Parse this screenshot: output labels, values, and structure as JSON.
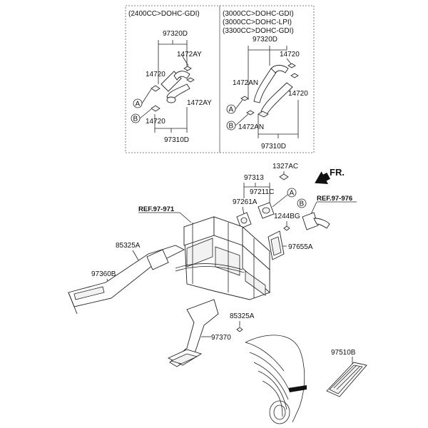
{
  "boxes": {
    "left": {
      "header": "(2400CC>DOHC-GDI)",
      "labels": [
        "97320D",
        "1472AY",
        "14720",
        "1472AY",
        "14720",
        "97310D"
      ],
      "markers": [
        "A",
        "B"
      ]
    },
    "right": {
      "header_lines": [
        "(3000CC>DOHC-GDI)",
        "(3000CC>DOHC-LPI)",
        "(3300CC>DOHC-GDI)"
      ],
      "labels": [
        "97320D",
        "14720",
        "1472AN",
        "14720",
        "1472AN",
        "97310D"
      ],
      "markers": [
        "A",
        "B"
      ]
    }
  },
  "main": {
    "labels": {
      "p1327AC": "1327AC",
      "p97313": "97313",
      "p97211C": "97211C",
      "p97261A": "97261A",
      "p1244BG": "1244BG",
      "p97655A": "97655A",
      "p85325A_1": "85325A",
      "p97360B": "97360B",
      "p85325A_2": "85325A",
      "p97370": "97370",
      "p97510B": "97510B"
    },
    "refs": {
      "ref1": "REF.97-971",
      "ref2": "REF.97-976"
    },
    "markers": {
      "a": "A",
      "b": "B"
    },
    "fr": "FR."
  }
}
